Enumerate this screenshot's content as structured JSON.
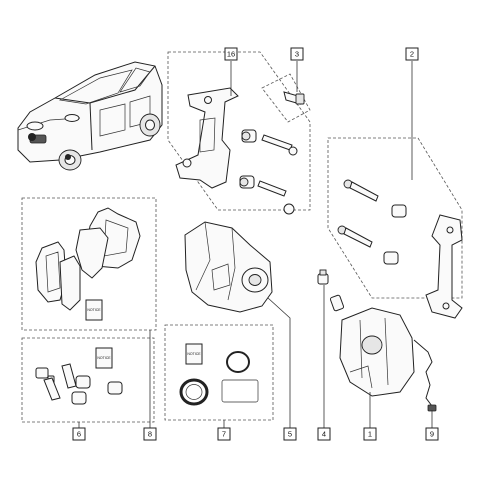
{
  "callouts": {
    "c1": "1",
    "c2": "2",
    "c3": "3",
    "c4": "4",
    "c5": "5",
    "c6": "6",
    "c7": "7",
    "c8": "8",
    "c9": "9",
    "c16": "16"
  },
  "labels": {
    "notice_pads": "NOTICE",
    "notice_pins": "NOTICE",
    "notice_seal": "NOTICE"
  }
}
